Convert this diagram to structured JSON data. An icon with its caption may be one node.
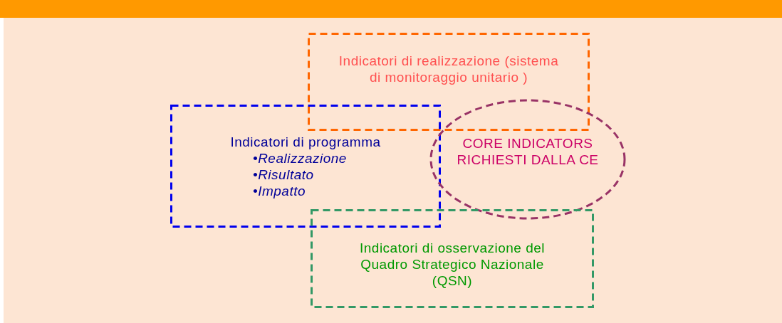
{
  "diagram": {
    "nodes": [
      {
        "text": [
          "Indicatori di realizzazione (sistema di monitoraggio unitario )"
        ]
      },
      {
        "text": [
          "Indicatori di programma",
          "•Realizzazione",
          "•Risultato",
          "•Impatto"
        ]
      },
      {
        "text": [
          "CORE INDICATORS RICHIESTI DALLA CE"
        ]
      },
      {
        "text": [
          "Indicatori di osservazione del Quadro Strategico Nazionale (QSN)"
        ]
      }
    ],
    "edges": []
  }
}
